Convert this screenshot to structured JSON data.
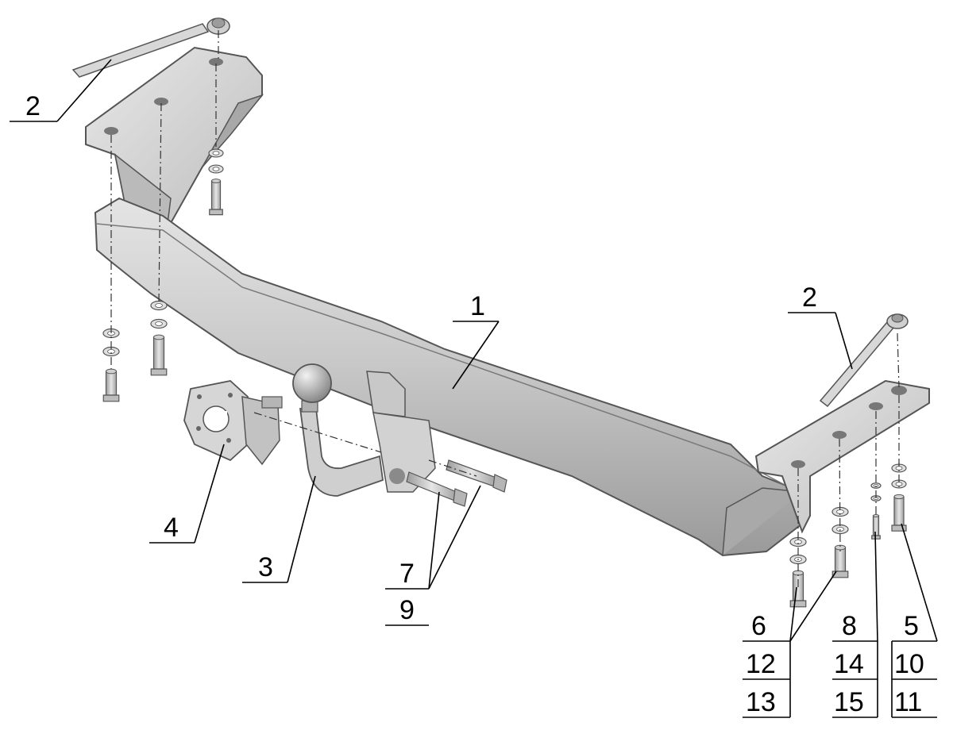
{
  "colors": {
    "metal_light": "#dcdcdc",
    "metal_mid": "#b8b8b8",
    "metal_dark": "#8e8e8e",
    "outline": "#555555",
    "leader": "#000000",
    "background": "#ffffff"
  },
  "callouts": {
    "c1": "1",
    "c2_left": "2",
    "c2_right": "2",
    "c3": "3",
    "c4": "4",
    "c5": "5",
    "c6": "6",
    "c7": "7",
    "c8": "8",
    "c9": "9",
    "c10": "10",
    "c11": "11",
    "c12": "12",
    "c13": "13",
    "c14": "14",
    "c15": "15"
  }
}
